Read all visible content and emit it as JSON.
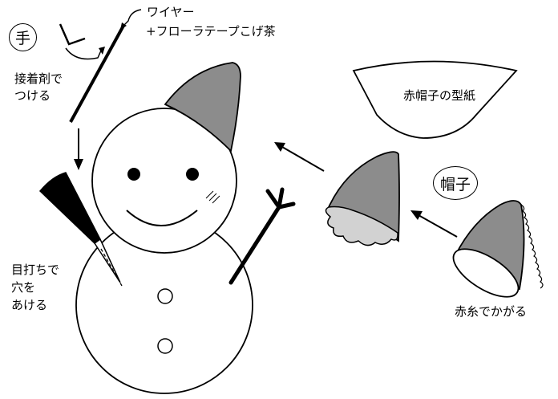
{
  "labels": {
    "hand_badge": "手",
    "wire": "ワイヤー",
    "floral_tape": "+フローラテープこげ茶",
    "glue_line1": "接着剤で",
    "glue_line2": "つける",
    "pattern": "赤帽子の型紙",
    "hat_badge": "帽子",
    "hole_line1": "目打ちで",
    "hole_line2": "穴を",
    "hole_line3": "あける",
    "red_thread": "赤糸でかがる"
  },
  "colors": {
    "line": "#000000",
    "hat_fill": "#8c8c8c",
    "hat_brim": "#d2d2d2",
    "black": "#000000",
    "paper": "#ffffff"
  }
}
